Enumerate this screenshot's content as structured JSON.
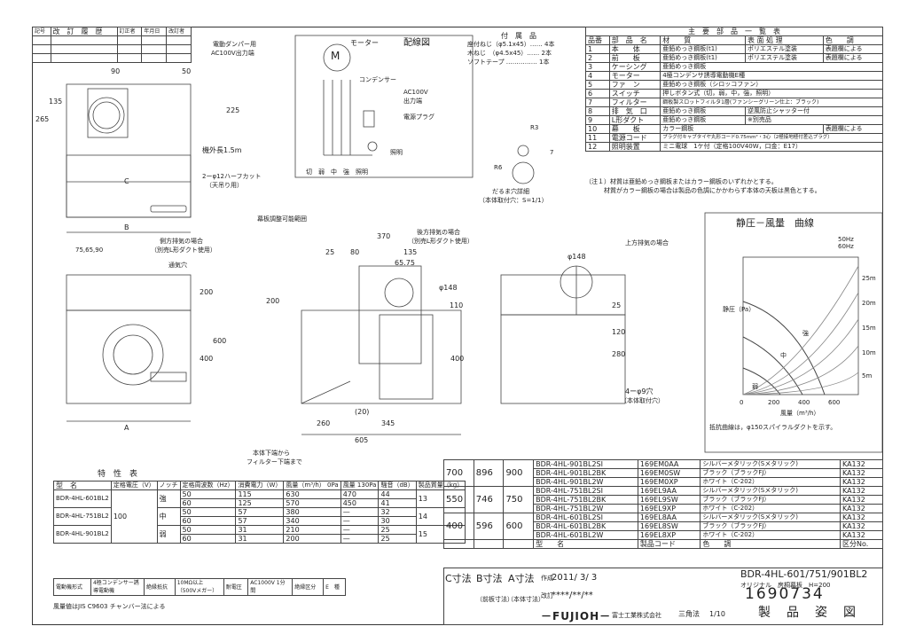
{
  "revision": {
    "headers": [
      "記号",
      "改　訂　履　歴",
      "訂正者",
      "年月日",
      "改訂者"
    ]
  },
  "accessories": {
    "title": "付　属　品",
    "items": [
      "座付ねじ（φ5.1x45）…… 4本",
      "木ねじ　（φ4.5x45）…… 2本",
      "ソフトテープ …………… 1本"
    ]
  },
  "wiring": {
    "title": "配線図",
    "motor": "モーター",
    "condenser": "コンデンサー",
    "power": "AC100V",
    "outlet": "出力端",
    "plug": "電源プラグ",
    "light": "照明",
    "switch_labels": "切　弱　中　強　照明",
    "m": "M"
  },
  "parts_table": {
    "title": "主　要　部　品　一　覧　表",
    "headers": [
      "品番",
      "部　品　名",
      "材　　質",
      "表 面 処 理",
      "色　　調"
    ],
    "rows": [
      [
        "1",
        "本　　体",
        "亜鉛めっき鋼板(t1)",
        "ポリエステル塗装",
        "表題欄による"
      ],
      [
        "2",
        "前　　板",
        "亜鉛めっき鋼板(t1)",
        "ポリエステル塗装",
        "表題欄による"
      ],
      [
        "3",
        "ケーシング",
        "亜鉛めっき鋼板",
        "",
        ""
      ],
      [
        "4",
        "モーター",
        "4極コンデンサ誘導電動機E種",
        "",
        ""
      ],
      [
        "5",
        "ファ　ン",
        "亜鉛めっき鋼板（シロッコファン）",
        "",
        ""
      ],
      [
        "6",
        "スイッチ",
        "押しボタン式（切，弱，中，強，照明）",
        "",
        ""
      ],
      [
        "7",
        "フィルター",
        "鋼板製スロットフィルタ1層(ファンシーグリーン仕上：ブラック)",
        "",
        ""
      ],
      [
        "8",
        "排　気　口",
        "亜鉛めっき鋼板",
        "逆風防止シャッター付",
        ""
      ],
      [
        "9",
        "L形ダクト",
        "亜鉛めっき鋼板",
        "※別売品",
        ""
      ],
      [
        "10",
        "幕　　板",
        "カラー鋼板",
        "",
        "表題欄による"
      ],
      [
        "11",
        "電源コード",
        "プラグ付キャブタイヤ丸形コード0.75mm²・3心（2極接地極付差込プラグ）",
        "",
        ""
      ],
      [
        "12",
        "照明装置",
        "ミニ電球　1ケ付（定格100V40W，口金：E17）",
        "",
        ""
      ]
    ],
    "notes": [
      "（注１）材質は亜鉛めっき鋼板またはカラー鋼板のいずれかとする。",
      "　　　材質がカラー鋼板の場合は製品の色調にかかわらず本体の天板は黒色とする。"
    ]
  },
  "slot_detail": {
    "label": "だるま穴詳細",
    "sub": "（本体取付穴：S=1/1）",
    "r3": "R3",
    "r6": "R6",
    "d7": "7"
  },
  "dims": {
    "top": {
      "d90": "90",
      "d50": "50",
      "d265": "265",
      "d135": "135",
      "d225": "225",
      "c": "C",
      "b": "B",
      "cord": "機外長1.5m",
      "damper": "電動ダンパー用",
      "damper2": "AC100V出力端",
      "holes": "2ーφ12ハーフカット",
      "holes2": "（天吊り用）"
    },
    "front": {
      "side_exhaust": "側方排気の場合",
      "side_exhaust2": "（別売L形ダクト使用）",
      "vent": "通気穴",
      "d75": "75,65,90",
      "d200": "200",
      "d600": "600",
      "d400": "400",
      "a": "A"
    },
    "side": {
      "maku": "幕板調整可能範囲",
      "rear": "後方排気の場合",
      "rear2": "（別売L形ダクト使用）",
      "d370": "370",
      "d25": "25",
      "d80": "80",
      "d135": "135",
      "d65": "65.75",
      "d148": "φ148",
      "d110": "110",
      "d200": "200",
      "d400": "400",
      "d20": "(20)",
      "d260": "260",
      "d345": "345",
      "d605": "605",
      "filter": "本体下端から",
      "filter2": "フィルター下端まで"
    },
    "back": {
      "top_exhaust": "上方排気の場合",
      "d148": "φ148",
      "d25": "25",
      "d120": "120",
      "d280": "280",
      "holes": "4ーφ9穴",
      "holes2": "（本体取付穴）"
    }
  },
  "graph": {
    "title": "静圧－風量　曲線",
    "ylabel": "静圧（Pa）",
    "xlabel": "風量（m³/h）",
    "legend": [
      "50Hz",
      "60Hz"
    ],
    "yticks": [
      "25m",
      "20m",
      "15m",
      "10m",
      "5m"
    ],
    "xticks": [
      "0",
      "200",
      "400",
      "600"
    ],
    "speeds": [
      "強",
      "中",
      "弱"
    ],
    "note": "抵抗曲線は，φ150スパイラルダクトを示す。"
  },
  "spec_table": {
    "title": "特　性　表",
    "headers": [
      "型　名",
      "定格電圧（V）",
      "ノッチ",
      "定格周波数（Hz）",
      "消費電力（W）",
      "風量（m³/h） 0Pa",
      "風量 130Pa",
      "騒音（dB）",
      "製品質量（kg）"
    ],
    "models": [
      "BDR-4HL-601BL2",
      "BDR-4HL-751BL2",
      "BDR-4HL-901BL2"
    ],
    "voltage": "100",
    "notches": [
      "強",
      "中",
      "弱"
    ],
    "rows": [
      [
        "50",
        "115",
        "630",
        "470",
        "44"
      ],
      [
        "60",
        "125",
        "570",
        "450",
        "41"
      ],
      [
        "50",
        "57",
        "380",
        "—",
        "32"
      ],
      [
        "60",
        "57",
        "340",
        "—",
        "30"
      ],
      [
        "50",
        "31",
        "210",
        "—",
        "25"
      ],
      [
        "60",
        "31",
        "200",
        "—",
        "25"
      ]
    ],
    "weights": [
      "13",
      "14",
      "15"
    ],
    "motor_row": [
      "電動機形式",
      "4極コンデンサー誘導電動機",
      "絶縁抵抗",
      "10MΩ以上（500Vメガー）",
      "耐電圧",
      "AC1000V 1分間",
      "絶縁区分",
      "E　種"
    ],
    "note": "風量値はJIS C9603 チャンバー法による"
  },
  "model_table": {
    "rows": [
      [
        "700",
        "896",
        "900",
        "BDR-4HL-901BL2SI",
        "169EM0AA",
        "シルバーメタリック(Sメタリック)",
        "KA132"
      ],
      [
        "",
        "",
        "",
        "BDR-4HL-901BL2BK",
        "169EM0SW",
        "ブラック（ブラックFJ）",
        "KA132"
      ],
      [
        "",
        "",
        "",
        "BDR-4HL-901BL2W",
        "169EM0XP",
        "ホワイト（C-202）",
        "KA132"
      ],
      [
        "550",
        "746",
        "750",
        "BDR-4HL-751BL2SI",
        "169EL9AA",
        "シルバーメタリック(Sメタリック)",
        "KA132"
      ],
      [
        "",
        "",
        "",
        "BDR-4HL-751BL2BK",
        "169EL9SW",
        "ブラック（ブラックFJ）",
        "KA132"
      ],
      [
        "",
        "",
        "",
        "BDR-4HL-751BL2W",
        "169EL9XP",
        "ホワイト（C-202）",
        "KA132"
      ],
      [
        "400",
        "596",
        "600",
        "BDR-4HL-601BL2SI",
        "169EL8AA",
        "シルバーメタリック(Sメタリック)",
        "KA132"
      ],
      [
        "",
        "",
        "",
        "BDR-4HL-601BL2BK",
        "169EL8SW",
        "ブラック（ブラックFJ）",
        "KA132"
      ],
      [
        "",
        "",
        "",
        "BDR-4HL-601BL2W",
        "169EL8XP",
        "ホワイト（C-202）",
        "KA132"
      ]
    ],
    "footer": [
      "型　　名",
      "製品コード",
      "色　　調",
      "区分No."
    ]
  },
  "title_block": {
    "cdim": "C寸法",
    "bdim": "B寸法",
    "adim": "A寸法",
    "date_label": "作成",
    "date": "2011/ 3/ 3",
    "sub1": "（前板寸法）",
    "sub2": "（本体寸法）",
    "rev_label": "改訂",
    "rev": "****/**/**",
    "company": "－FUJIOH－",
    "company2": "富士工業株式会社",
    "angle": "三角法",
    "scale": "1/10",
    "model": "BDR-4HL-601/751/901BL2",
    "original": "オリジナル　房桐幕板　H=200",
    "number": "1690734",
    "name": "製　品　姿　図"
  }
}
